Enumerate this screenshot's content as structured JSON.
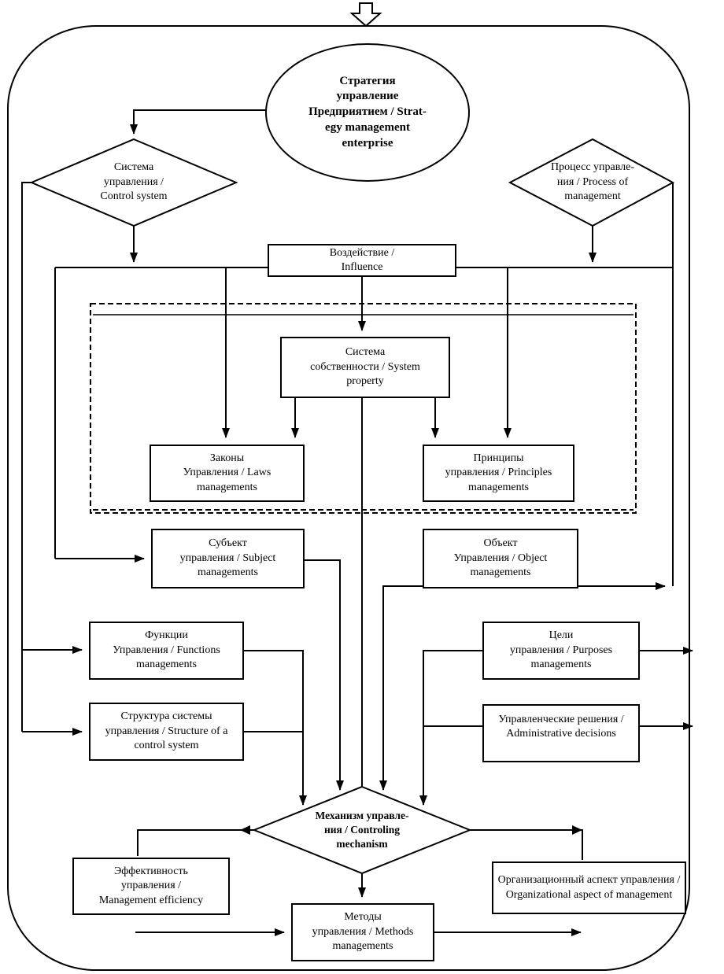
{
  "colors": {
    "line": "#000000",
    "background": "#ffffff"
  },
  "nodes": {
    "strategy": {
      "label": "Стратегия\nуправление\nПредприятием / Strat-\negy management\nenterprise"
    },
    "control_system": {
      "label": "Система\nуправления /\nControl system"
    },
    "process": {
      "label": "Процесс управле-\nния / Process of\nmanagement"
    },
    "influence": {
      "label": "Воздействие /\nInfluence"
    },
    "system_property": {
      "label": "Система\nсобственности / System\nproperty"
    },
    "laws": {
      "label": "Законы\nУправления / Laws\nmanagements"
    },
    "principles": {
      "label": "Принципы\nуправления / Principles\nmanagements"
    },
    "subject": {
      "label": "Субъект\nуправления / Subject\nmanagements"
    },
    "object": {
      "label": "Объект\nУправления / Object\nmanagements"
    },
    "functions": {
      "label": "Функции\nУправления / Functions\nmanagements"
    },
    "purposes": {
      "label": "Цели\nуправления / Purposes\nmanagements"
    },
    "structure": {
      "label": "Структура системы\nуправления / Structure of a\ncontrol system"
    },
    "decisions": {
      "label": "Управленческие решения /\nAdministrative decisions"
    },
    "mechanism": {
      "label": "Механизм управле-\nния / Controling\nmechanism"
    },
    "efficiency": {
      "label": "Эффективность\nуправления /\nManagement efficiency"
    },
    "org_aspect": {
      "label": "Организационный аспект управления /\nOrganizational aspect of management"
    },
    "methods": {
      "label": "Методы\nуправления / Methods\nmanagements"
    }
  }
}
